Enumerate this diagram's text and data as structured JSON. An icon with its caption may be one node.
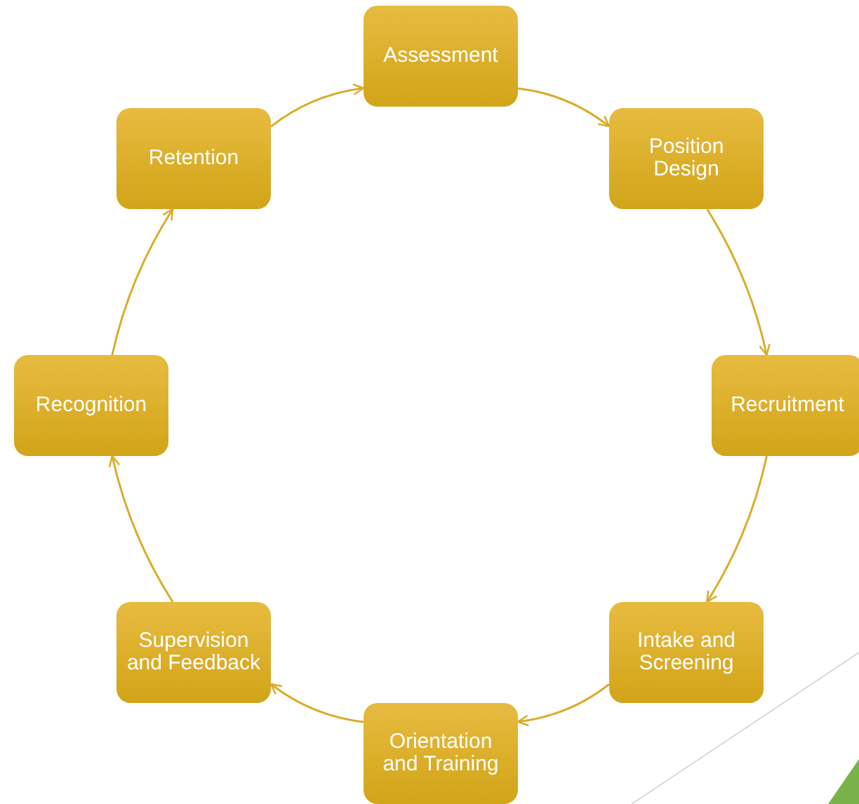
{
  "diagram": {
    "nodes": [
      {
        "text": [
          "Assessment"
        ]
      },
      {
        "text": [
          "Position Design"
        ]
      },
      {
        "text": [
          "Recruitment"
        ]
      },
      {
        "text": [
          "Intake and Screening"
        ]
      },
      {
        "text": [
          "Orientation and Training"
        ]
      },
      {
        "text": [
          "Supervision and Feedback"
        ]
      },
      {
        "text": [
          "Recognition"
        ]
      },
      {
        "text": [
          "Retention"
        ]
      }
    ],
    "edges": [
      {
        "from": 0,
        "to": 1,
        "arrow": "to"
      },
      {
        "from": 1,
        "to": 2,
        "arrow": "to"
      },
      {
        "from": 2,
        "to": 3,
        "arrow": "to"
      },
      {
        "from": 3,
        "to": 4,
        "arrow": "to"
      },
      {
        "from": 4,
        "to": 5,
        "arrow": "to"
      },
      {
        "from": 5,
        "to": 6,
        "arrow": "to"
      },
      {
        "from": 6,
        "to": 7,
        "arrow": "to"
      },
      {
        "from": 7,
        "to": 0,
        "arrow": "to"
      }
    ]
  }
}
